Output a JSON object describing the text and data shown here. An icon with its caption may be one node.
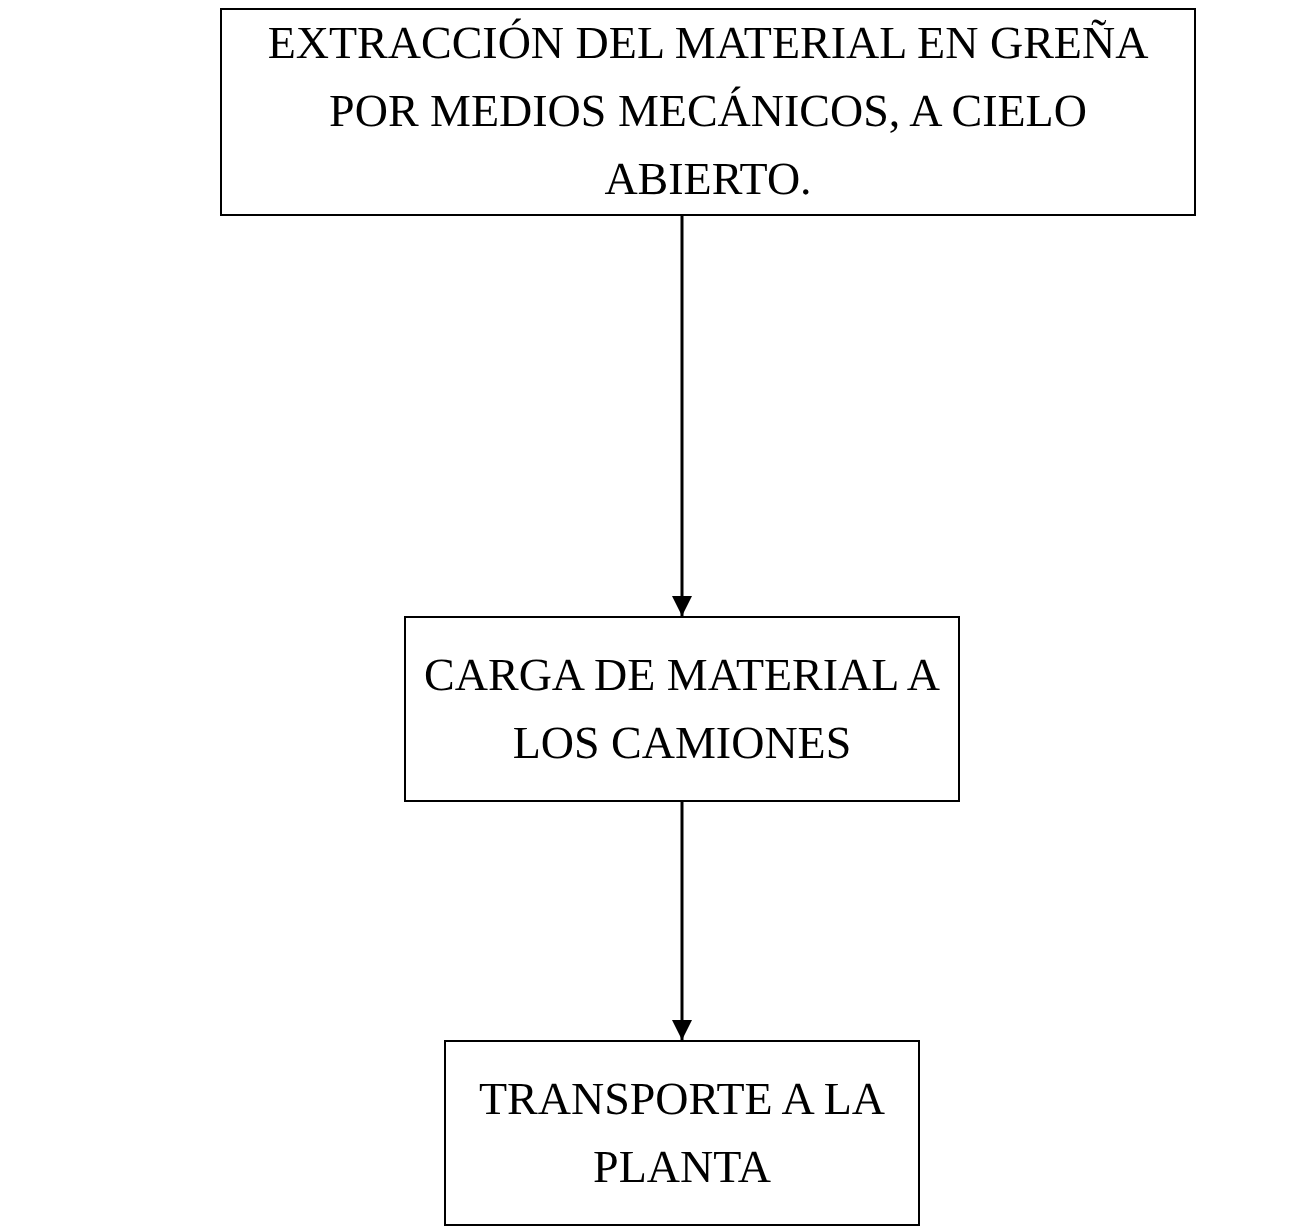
{
  "diagram": {
    "nodes": [
      {
        "text": [
          "EXTRACCIÓN DEL MATERIAL EN GREÑA POR MEDIOS MECÁNICOS, A CIELO ABIERTO."
        ]
      },
      {
        "text": [
          "CARGA DE MATERIAL A LOS CAMIONES"
        ]
      },
      {
        "text": [
          "TRANSPORTE A LA PLANTA"
        ]
      }
    ],
    "edges": [
      {
        "from": 0,
        "to": 1,
        "arrow": "to"
      },
      {
        "from": 1,
        "to": 2,
        "arrow": "to"
      }
    ]
  }
}
